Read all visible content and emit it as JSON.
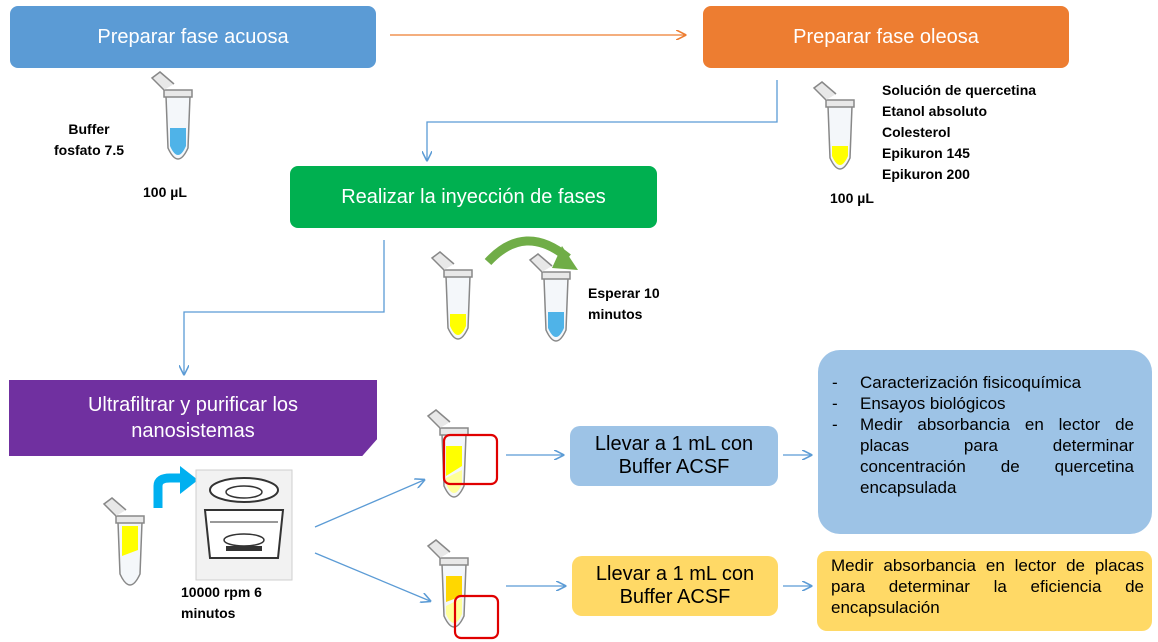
{
  "boxes": {
    "aqueous": "Preparar fase acuosa",
    "oily": "Preparar fase oleosa",
    "injection": "Realizar la inyección de fases",
    "ultrafilter": "Ultrafiltrar y purificar los nanosistemas",
    "bring_blue": "Llevar a 1 mL con Buffer ACSF",
    "bring_yellow": "Llevar a 1 mL con Buffer ACSF"
  },
  "labels": {
    "buffer": "Buffer fosfato 7.5",
    "vol_left": "100 µL",
    "oily_items": [
      "Solución de quercetina",
      "Etanol absoluto",
      "Colesterol",
      "Epikuron 145",
      "Epikuron 200"
    ],
    "vol_right": "100 µL",
    "wait": "Esperar 10 minutos",
    "centrifuge": "10000 rpm 6 minutos"
  },
  "results": {
    "blue_items": [
      "Caracterización fisicoquímica",
      "Ensayos biológicos",
      "Medir absorbancia en lector de placas para determinar concentración de quercetina encapsulada"
    ],
    "bullet": "-",
    "yellow_text": "Medir absorbancia en lector de placas para determinar la eficiencia de encapsulación"
  },
  "colors": {
    "blue": "#5b9bd5",
    "orange": "#ed7d31",
    "green": "#00b050",
    "purple": "#7030a0",
    "light_blue": "#9dc3e6",
    "light_yellow": "#ffd966",
    "liquid_yellow": "#ffff00",
    "liquid_blue": "#4fb3e8",
    "highlight_red": "#e00000"
  }
}
